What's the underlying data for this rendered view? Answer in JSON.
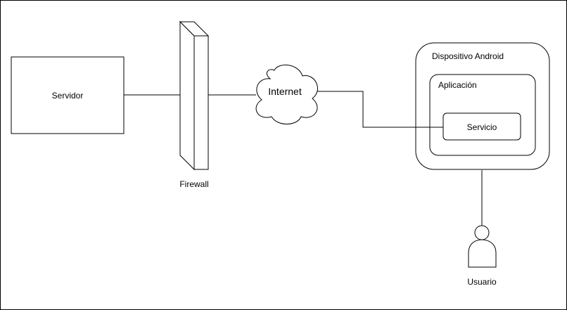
{
  "diagram": {
    "nodes": {
      "server": {
        "label": "Servidor"
      },
      "firewall": {
        "label": "Firewall"
      },
      "internet": {
        "label": "Internet"
      },
      "device": {
        "label": "Dispositivo Android"
      },
      "app": {
        "label": "Aplicación"
      },
      "service": {
        "label": "Servicio"
      },
      "user": {
        "label": "Usuario"
      }
    },
    "connections": [
      {
        "from": "server",
        "to": "firewall"
      },
      {
        "from": "firewall",
        "to": "internet"
      },
      {
        "from": "internet",
        "to": "service"
      },
      {
        "from": "device",
        "to": "user"
      }
    ],
    "colors": {
      "stroke": "#000000",
      "fill": "#ffffff",
      "text": "#000000"
    }
  }
}
